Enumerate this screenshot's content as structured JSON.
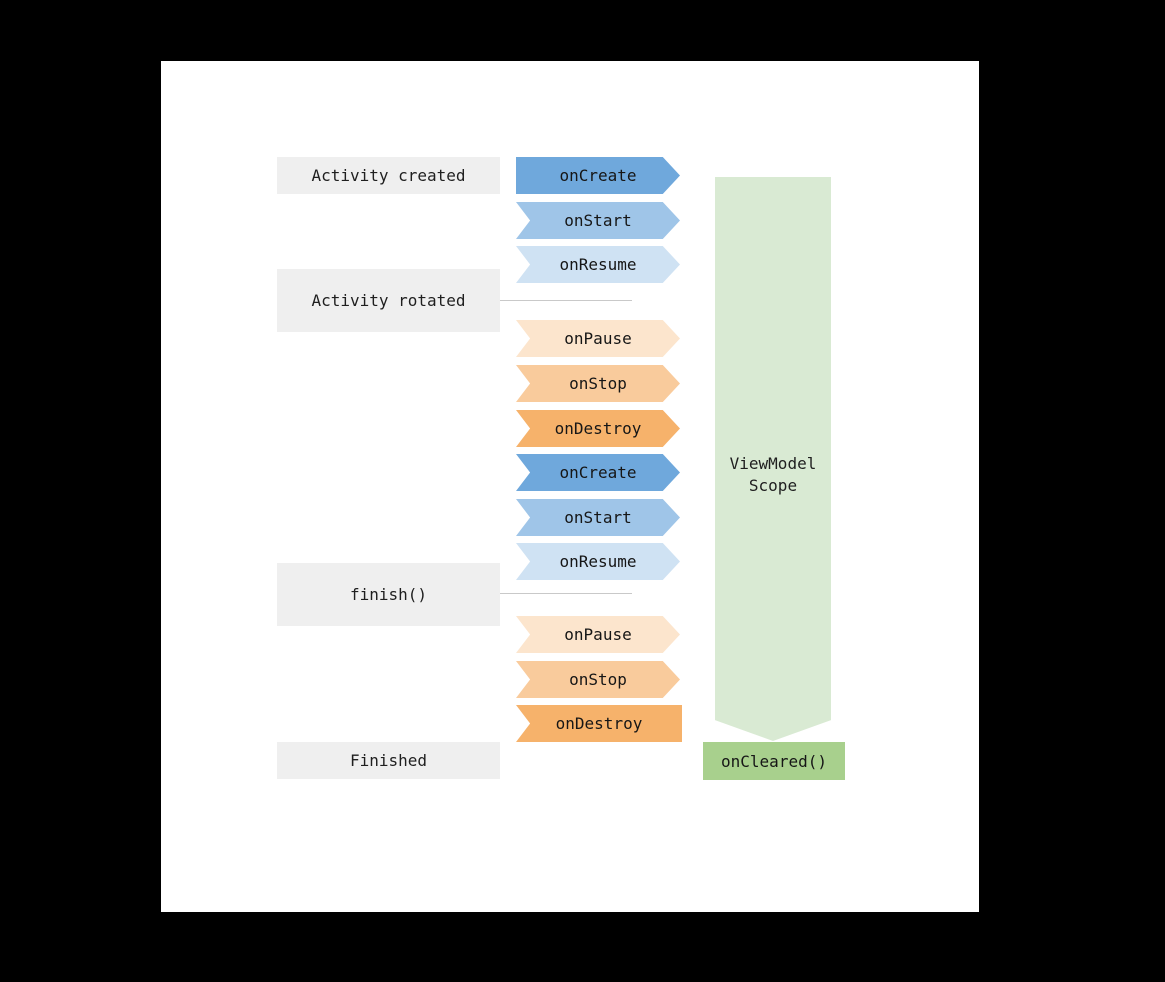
{
  "palette": {
    "page_background": "#000000",
    "panel_background": "#ffffff",
    "state_box": "#efefef",
    "blue_dark": "#6fa8dc",
    "blue_medium": "#9fc5e8",
    "blue_light": "#cfe2f3",
    "orange_light": "#fce5cd",
    "orange_medium": "#f9cb9c",
    "orange_dark": "#f6b26b",
    "scope_green": "#d9ead3",
    "oncleared_green": "#a8d08d",
    "divider": "#c9c9c9",
    "text": "#1f1f1f"
  },
  "states": [
    {
      "label": "Activity created"
    },
    {
      "label": "Activity rotated"
    },
    {
      "label": "finish()"
    },
    {
      "label": "Finished"
    }
  ],
  "events": [
    {
      "label": "onCreate"
    },
    {
      "label": "onStart"
    },
    {
      "label": "onResume"
    },
    {
      "label": "onPause"
    },
    {
      "label": "onStop"
    },
    {
      "label": "onDestroy"
    },
    {
      "label": "onCreate"
    },
    {
      "label": "onStart"
    },
    {
      "label": "onResume"
    },
    {
      "label": "onPause"
    },
    {
      "label": "onStop"
    },
    {
      "label": "onDestroy"
    }
  ],
  "scope": {
    "line1": "ViewModel",
    "line2": "Scope",
    "cleared_label": "onCleared()"
  }
}
